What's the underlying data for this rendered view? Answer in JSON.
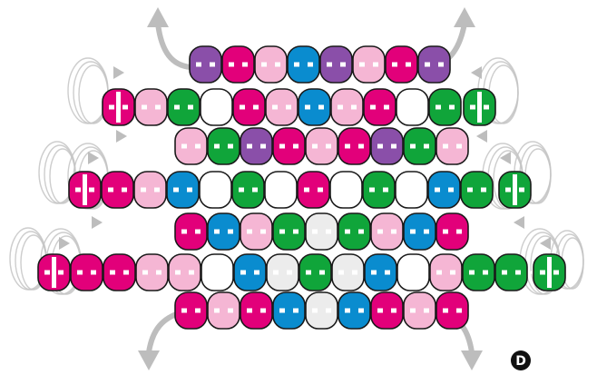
{
  "diagram": {
    "panel_label": "D",
    "colors": {
      "M": "#e2007a",
      "P": "#f5b6d4",
      "G": "#10a53a",
      "W": "#ffffff",
      "B": "#0a8ccf",
      "V": "#8a4fa9",
      "S": "#ececec"
    },
    "rows": [
      [
        "V",
        "M",
        "P",
        "B",
        "V",
        "P",
        "M",
        "V"
      ],
      [
        "M",
        "P",
        "G",
        "W",
        "M",
        "P",
        "B",
        "P",
        "M",
        "W",
        "G",
        "G"
      ],
      [
        "P",
        "G",
        "V",
        "M",
        "P",
        "M",
        "V",
        "G",
        "P"
      ],
      [
        "M",
        "M",
        "P",
        "B",
        "W",
        "G",
        "W",
        "M",
        "W",
        "G",
        "W",
        "B",
        "G",
        "G"
      ],
      [
        "M",
        "B",
        "P",
        "G",
        "S",
        "G",
        "P",
        "B",
        "M"
      ],
      [
        "M",
        "M",
        "M",
        "P",
        "P",
        "W",
        "B",
        "S",
        "G",
        "S",
        "B",
        "W",
        "P",
        "G",
        "G",
        "G"
      ],
      [
        "M",
        "P",
        "M",
        "B",
        "S",
        "B",
        "M",
        "P",
        "M"
      ]
    ],
    "arrow_color": "#bdbdbd"
  }
}
